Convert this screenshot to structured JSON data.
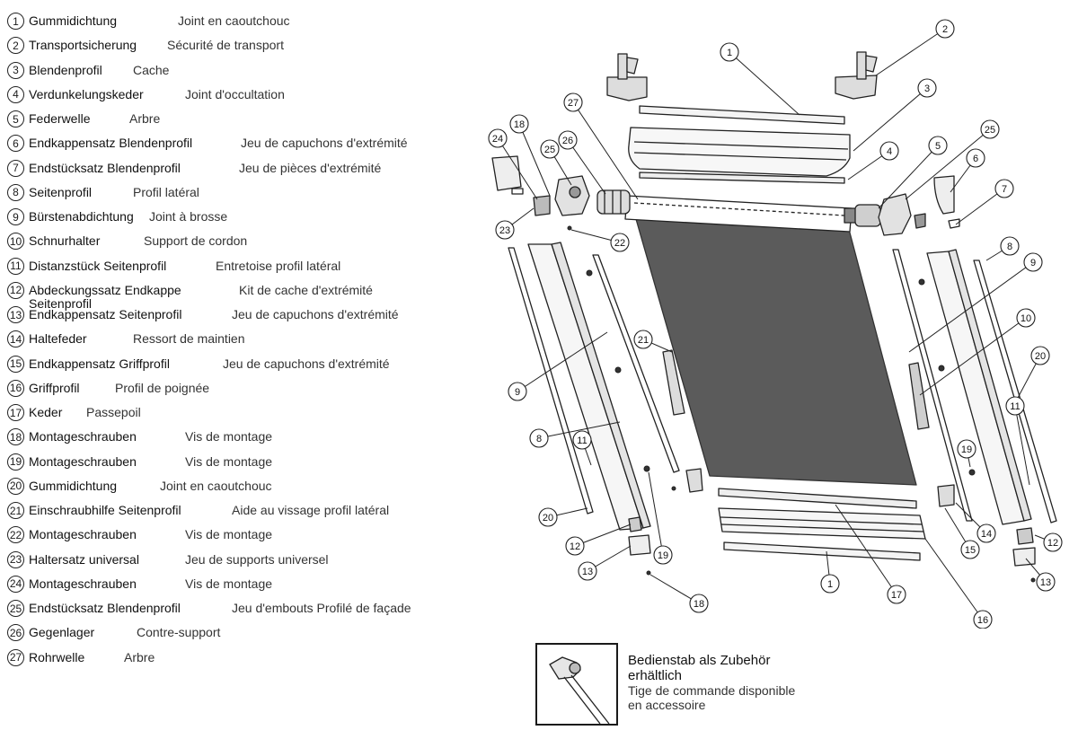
{
  "legend": [
    {
      "n": "1",
      "de": "Gummidichtung",
      "fr": "Joint en caoutchouc"
    },
    {
      "n": "2",
      "de": "Transportsicherung",
      "fr": "Sécurité de transport"
    },
    {
      "n": "3",
      "de": "Blendenprofil",
      "fr": "Cache"
    },
    {
      "n": "4",
      "de": "Verdunkelungskeder",
      "fr": "Joint d'occultation"
    },
    {
      "n": "5",
      "de": "Federwelle",
      "fr": "Arbre"
    },
    {
      "n": "6",
      "de": "Endkappensatz Blendenprofil",
      "fr": "Jeu de capuchons d'extrémité"
    },
    {
      "n": "7",
      "de": "Endstücksatz Blendenprofil",
      "fr": "Jeu de pièces d'extrémité"
    },
    {
      "n": "8",
      "de": "Seitenprofil",
      "fr": "Profil latéral"
    },
    {
      "n": "9",
      "de": "Bürstenabdichtung",
      "fr": "Joint à brosse"
    },
    {
      "n": "10",
      "de": "Schnurhalter",
      "fr": "Support de cordon"
    },
    {
      "n": "11",
      "de": "Distanzstück Seitenprofil",
      "fr": "Entretoise profil latéral"
    },
    {
      "n": "12",
      "de": "Abdeckungssatz Endkappe",
      "de2": "Seitenprofil",
      "fr": "Kit de cache d'extrémité"
    },
    {
      "n": "13",
      "de": "Endkappensatz Seitenprofil",
      "fr": "Jeu de capuchons d'extrémité"
    },
    {
      "n": "14",
      "de": "Haltefeder",
      "fr": "Ressort de maintien"
    },
    {
      "n": "15",
      "de": "Endkappensatz Griffprofil",
      "fr": "Jeu de capuchons d'extrémité"
    },
    {
      "n": "16",
      "de": "Griffprofil",
      "fr": "Profil de poignée"
    },
    {
      "n": "17",
      "de": "Keder",
      "fr": "Passepoil"
    },
    {
      "n": "18",
      "de": "Montageschrauben",
      "fr": "Vis de montage"
    },
    {
      "n": "19",
      "de": "Montageschrauben",
      "fr": "Vis de montage"
    },
    {
      "n": "20",
      "de": "Gummidichtung",
      "fr": "Joint en caoutchouc"
    },
    {
      "n": "21",
      "de": "Einschraubhilfe Seitenprofil",
      "fr": "Aide au vissage profil latéral"
    },
    {
      "n": "22",
      "de": "Montageschrauben",
      "fr": "Vis de montage"
    },
    {
      "n": "23",
      "de": "Haltersatz universal",
      "fr": "Jeu de supports universel"
    },
    {
      "n": "24",
      "de": "Montageschrauben",
      "fr": "Vis de montage"
    },
    {
      "n": "25",
      "de": "Endstücksatz Blendenprofil",
      "fr": "Jeu d'embouts Profilé de façade"
    },
    {
      "n": "26",
      "de": "Gegenlager",
      "fr": "Contre-support"
    },
    {
      "n": "27",
      "de": "Rohrwelle",
      "fr": "Arbre"
    }
  ],
  "callouts": [
    "1",
    "2",
    "3",
    "4",
    "5",
    "25",
    "6",
    "7",
    "27",
    "18",
    "24",
    "26",
    "25",
    "23",
    "22",
    "8",
    "9",
    "10",
    "20",
    "21",
    "9",
    "8",
    "11",
    "11",
    "19",
    "19",
    "20",
    "12",
    "13",
    "18",
    "15",
    "14",
    "12",
    "13",
    "1",
    "17",
    "16"
  ],
  "accessory": {
    "de_line1": "Bedienstab als Zubehör",
    "de_line2": "erhältlich",
    "fr_line1": "Tige de commande disponible",
    "fr_line2": "en accessoire"
  },
  "colors": {
    "fabric": "#5b5b5b",
    "line": "#222222",
    "background": "#ffffff"
  }
}
